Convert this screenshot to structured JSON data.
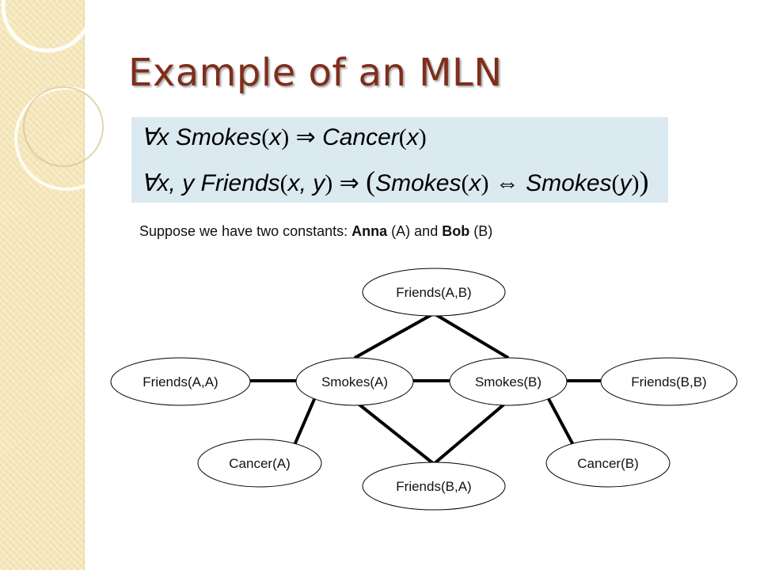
{
  "title": "Example of an MLN",
  "formulas": [
    {
      "quantifier": "∀x",
      "lhs": "Smokes",
      "lhs_arg": "x",
      "connective": "⇒",
      "rhs": "Cancer",
      "rhs_arg": "x"
    },
    {
      "quantifier": "∀x, y",
      "lhs": "Friends",
      "lhs_arg": "x, y",
      "connective": "⇒",
      "rhs_left": "Smokes",
      "rhs_left_arg": "x",
      "inner_connective": "⇔",
      "rhs_right": "Smokes",
      "rhs_right_arg": "y"
    }
  ],
  "intro": {
    "prefix": "Suppose we have two constants: ",
    "const1_name": "Anna",
    "const1_abbr": " (A) and ",
    "const2_name": "Bob",
    "const2_abbr": " (B)"
  },
  "nodes": {
    "friends_ab": "Friends(A,B)",
    "friends_aa": "Friends(A,A)",
    "smokes_a": "Smokes(A)",
    "smokes_b": "Smokes(B)",
    "friends_bb": "Friends(B,B)",
    "cancer_a": "Cancer(A)",
    "friends_ba": "Friends(B,A)",
    "cancer_b": "Cancer(B)"
  },
  "colors": {
    "title": "#7f2e1b",
    "formula_bg": "#dbeaf0",
    "sidebar": "#f5e6b8"
  }
}
